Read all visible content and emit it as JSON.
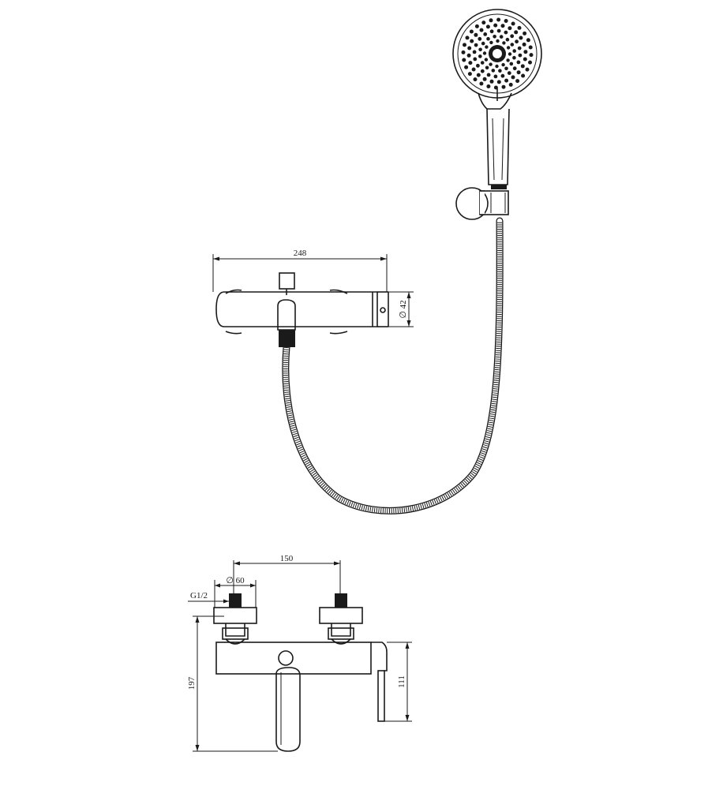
{
  "dimensions": {
    "top_width": "248",
    "top_diameter": "∅ 42",
    "bottom_spacing": "150",
    "bottom_diameter": "∅ 60",
    "bottom_thread": "G1/2",
    "bottom_height_total": "197",
    "bottom_height_body": "111"
  }
}
